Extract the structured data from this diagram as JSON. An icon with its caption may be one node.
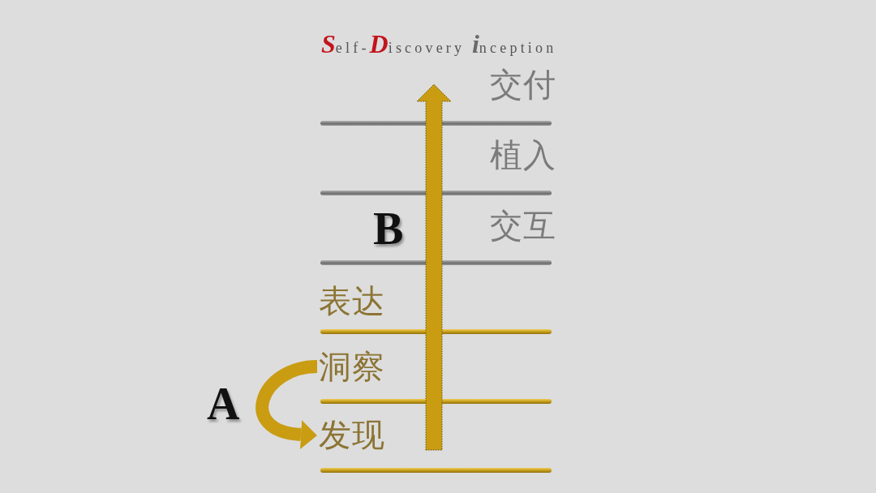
{
  "diagram": {
    "title": "**S**elf-**D**iscovery **i**nception",
    "nodes": [
      {
        "text": [
          "洞察"
        ]
      },
      {
        "text": [
          "发现"
        ]
      }
    ],
    "edges": [
      {
        "from": 0,
        "to": 1,
        "arrow": "to"
      }
    ],
    "labels": [
      "交付",
      "植入",
      "B",
      "交互",
      "表达",
      "A"
    ]
  }
}
